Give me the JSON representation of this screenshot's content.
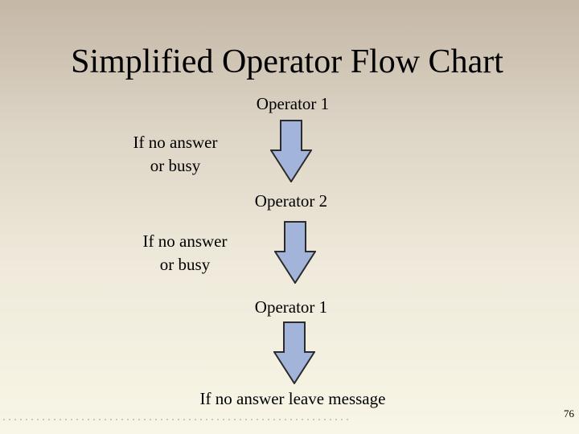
{
  "slide": {
    "title": "Simplified Operator Flow Chart",
    "page_number": "76",
    "arrow_fill_color": "#a3b4db",
    "arrow_stroke_color": "#2b2b2b",
    "flow": [
      {
        "type": "step",
        "label": "Operator 1"
      },
      {
        "type": "transition",
        "label": "If no answer\nor busy",
        "icon": "down-arrow-icon"
      },
      {
        "type": "step",
        "label": "Operator 2"
      },
      {
        "type": "transition",
        "label": "If no answer\nor busy",
        "icon": "down-arrow-icon"
      },
      {
        "type": "step",
        "label": "Operator 1"
      },
      {
        "type": "transition",
        "label": "",
        "icon": "down-arrow-icon"
      },
      {
        "type": "end",
        "label": "If no answer leave message"
      }
    ]
  }
}
